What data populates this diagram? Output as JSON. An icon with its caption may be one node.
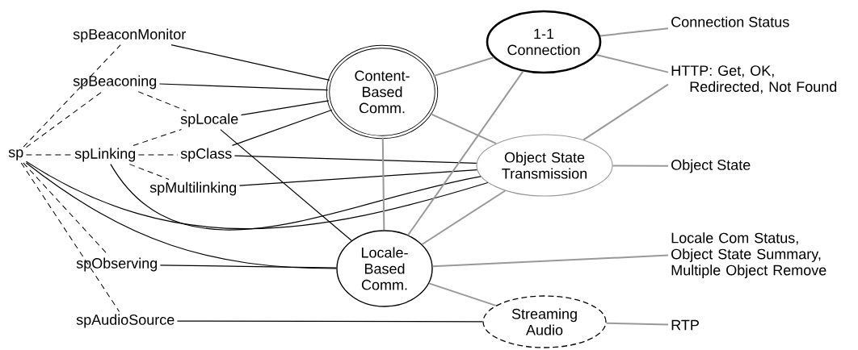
{
  "diagram": {
    "nodes": [
      {
        "text": [
          "sp"
        ]
      },
      {
        "text": [
          "spBeaconMonitor"
        ]
      },
      {
        "text": [
          "spBeaconing"
        ]
      },
      {
        "text": [
          "spLocale"
        ]
      },
      {
        "text": [
          "spLinking"
        ]
      },
      {
        "text": [
          "spClass"
        ]
      },
      {
        "text": [
          "spMultilinking"
        ]
      },
      {
        "text": [
          "spObserving"
        ]
      },
      {
        "text": [
          "spAudioSource"
        ]
      },
      {
        "text": [
          "Content-Based Comm."
        ]
      },
      {
        "text": [
          "1-1 Connection"
        ]
      },
      {
        "text": [
          "Object State Transmission"
        ]
      },
      {
        "text": [
          "Locale-Based Comm."
        ]
      },
      {
        "text": [
          "Streaming Audio"
        ]
      },
      {
        "text": [
          "Connection Status"
        ]
      },
      {
        "text": [
          "HTTP: Get, OK, Redirected, Not Found"
        ]
      },
      {
        "text": [
          "Object State"
        ]
      },
      {
        "text": [
          "Locale Com Status, Object State Summary, Multiple Object Remove"
        ]
      },
      {
        "text": [
          "RTP"
        ]
      }
    ],
    "edges": [
      {
        "from": 0,
        "to": 1,
        "arrow": "none",
        "style": "dashed"
      },
      {
        "from": 0,
        "to": 2,
        "arrow": "none",
        "style": "dashed"
      },
      {
        "from": 0,
        "to": 4,
        "arrow": "none",
        "style": "dashed"
      },
      {
        "from": 0,
        "to": 7,
        "arrow": "none",
        "style": "dashed"
      },
      {
        "from": 0,
        "to": 8,
        "arrow": "none",
        "style": "dashed"
      },
      {
        "from": 2,
        "to": 3,
        "arrow": "none",
        "style": "dashed"
      },
      {
        "from": 4,
        "to": 3,
        "arrow": "none",
        "style": "dashed"
      },
      {
        "from": 4,
        "to": 5,
        "arrow": "none",
        "style": "dashed"
      },
      {
        "from": 4,
        "to": 6,
        "arrow": "none",
        "style": "dashed"
      },
      {
        "from": 1,
        "to": 9,
        "arrow": "none"
      },
      {
        "from": 2,
        "to": 9,
        "arrow": "none"
      },
      {
        "from": 3,
        "to": 9,
        "arrow": "none"
      },
      {
        "from": 5,
        "to": 9,
        "arrow": "none"
      },
      {
        "from": 3,
        "to": 12,
        "arrow": "none"
      },
      {
        "from": 5,
        "to": 11,
        "arrow": "none"
      },
      {
        "from": 6,
        "to": 11,
        "arrow": "none"
      },
      {
        "from": 4,
        "to": 11,
        "arrow": "none"
      },
      {
        "from": 0,
        "to": 11,
        "arrow": "none"
      },
      {
        "from": 0,
        "to": 12,
        "arrow": "none"
      },
      {
        "from": 7,
        "to": 12,
        "arrow": "none"
      },
      {
        "from": 8,
        "to": 13,
        "arrow": "none"
      },
      {
        "from": 9,
        "to": 10,
        "arrow": "none",
        "color": "#999999"
      },
      {
        "from": 9,
        "to": 11,
        "arrow": "none",
        "color": "#999999"
      },
      {
        "from": 9,
        "to": 12,
        "arrow": "none",
        "color": "#999999"
      },
      {
        "from": 12,
        "to": 10,
        "arrow": "none",
        "color": "#999999"
      },
      {
        "from": 12,
        "to": 11,
        "arrow": "none",
        "color": "#999999"
      },
      {
        "from": 12,
        "to": 17,
        "arrow": "none",
        "color": "#999999"
      },
      {
        "from": 12,
        "to": 13,
        "arrow": "none",
        "color": "#999999"
      },
      {
        "from": 10,
        "to": 14,
        "arrow": "none",
        "color": "#999999"
      },
      {
        "from": 10,
        "to": 15,
        "arrow": "none",
        "color": "#999999"
      },
      {
        "from": 11,
        "to": 15,
        "arrow": "none",
        "color": "#999999"
      },
      {
        "from": 11,
        "to": 16,
        "arrow": "none",
        "color": "#999999"
      },
      {
        "from": 13,
        "to": 18,
        "arrow": "none",
        "color": "#999999"
      }
    ]
  }
}
